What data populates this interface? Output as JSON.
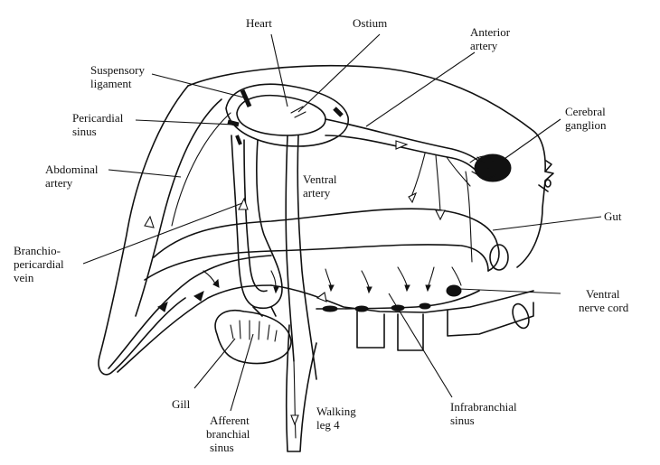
{
  "labels": {
    "heart": "Heart",
    "ostium": "Ostium",
    "anterior_artery": [
      "Anterior",
      "artery"
    ],
    "suspensory_ligament": [
      "Suspensory",
      "ligament"
    ],
    "pericardial_sinus": [
      "Pericardial",
      "sinus"
    ],
    "cerebral_ganglion": [
      "Cerebral",
      "ganglion"
    ],
    "abdominal_artery": [
      "Abdominal",
      "artery"
    ],
    "ventral_artery": [
      "Ventral",
      "artery"
    ],
    "gut": "Gut",
    "branchio_pericardial_vein": [
      "Branchio-",
      "pericardial",
      "vein"
    ],
    "ventral_nerve_cord": [
      "Ventral",
      "nerve cord"
    ],
    "gill": "Gill",
    "afferent_branchial_sinus": [
      "Afferent",
      "branchial",
      "sinus"
    ],
    "walking_leg": [
      "Walking",
      "leg 4"
    ],
    "infrabranchial_sinus": [
      "Infrabranchial",
      "sinus"
    ]
  }
}
